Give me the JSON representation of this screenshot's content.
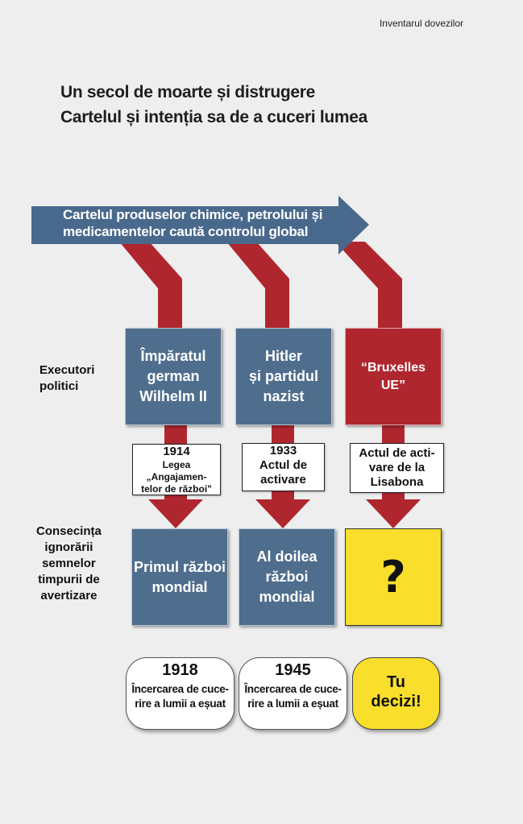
{
  "header": {
    "label": "Inventarul dovezilor"
  },
  "title": {
    "line1": "Un secol de moarte și distrugere",
    "line2": "Cartelul și intenția sa de a cuceri lumea"
  },
  "banner": {
    "text": "Cartelul produselor chimice, petrolului și medicamentelor caută controlul global"
  },
  "side_labels": {
    "executors": "Executori\npolitici",
    "consequence": "Consecința\nignorării\nsemnelor\ntimpurii de\navertizare"
  },
  "columns": [
    {
      "executor": "Împăratul\ngerman\nWilhelm II",
      "law_year": "1914",
      "law_text": "Legea „Angajamen-\ntelor de război\"",
      "consequence": "Primul război\nmondial",
      "result_year": "1918",
      "result_text": "Încercarea de cuce-\nrire a lumii a eșuat"
    },
    {
      "executor": "Hitler\nși partidul\nnazist",
      "law_year": "1933",
      "law_text": "Actul de\nactivare",
      "consequence": "Al doilea\nrăzboi\nmondial",
      "result_year": "1945",
      "result_text": "Încercarea de cuce-\nrire a lumii a eșuat"
    },
    {
      "executor": "“Bruxelles\nUE”",
      "law_text": "Actul de acti-\nvare de la\nLisabona",
      "consequence": "?",
      "result_text": "Tu\ndecizi!"
    }
  ],
  "colors": {
    "background": "#eeeeee",
    "blue": "#4f6e8e",
    "arrow_blue": "#49698c",
    "red": "#b0262f",
    "yellow": "#f9de2c"
  }
}
